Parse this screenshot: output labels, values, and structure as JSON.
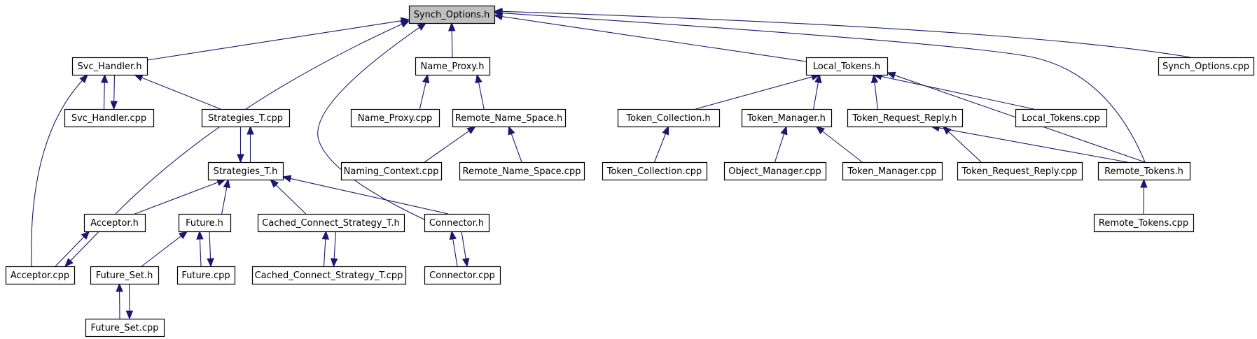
{
  "colors": {
    "edge": "#191970",
    "root_fill": "#bfbfbf",
    "node_fill": "#ffffff",
    "node_border": "#000000"
  },
  "nodes": [
    {
      "id": "synch_options_h",
      "label": "Synch_Options.h",
      "root": true
    },
    {
      "id": "svc_handler_h",
      "label": "Svc_Handler.h"
    },
    {
      "id": "name_proxy_h",
      "label": "Name_Proxy.h"
    },
    {
      "id": "local_tokens_h",
      "label": "Local_Tokens.h"
    },
    {
      "id": "synch_options_cpp",
      "label": "Synch_Options.cpp"
    },
    {
      "id": "svc_handler_cpp",
      "label": "Svc_Handler.cpp"
    },
    {
      "id": "strategies_t_cpp",
      "label": "Strategies_T.cpp"
    },
    {
      "id": "name_proxy_cpp",
      "label": "Name_Proxy.cpp"
    },
    {
      "id": "remote_name_space_h",
      "label": "Remote_Name_Space.h"
    },
    {
      "id": "token_collection_h",
      "label": "Token_Collection.h"
    },
    {
      "id": "token_manager_h",
      "label": "Token_Manager.h"
    },
    {
      "id": "token_request_reply_h",
      "label": "Token_Request_Reply.h"
    },
    {
      "id": "local_tokens_cpp",
      "label": "Local_Tokens.cpp"
    },
    {
      "id": "strategies_t_h",
      "label": "Strategies_T.h"
    },
    {
      "id": "naming_context_cpp",
      "label": "Naming_Context.cpp"
    },
    {
      "id": "remote_name_space_cpp",
      "label": "Remote_Name_Space.cpp"
    },
    {
      "id": "token_collection_cpp",
      "label": "Token_Collection.cpp"
    },
    {
      "id": "object_manager_cpp",
      "label": "Object_Manager.cpp"
    },
    {
      "id": "token_manager_cpp",
      "label": "Token_Manager.cpp"
    },
    {
      "id": "token_request_reply_cpp",
      "label": "Token_Request_Reply.cpp"
    },
    {
      "id": "remote_tokens_h",
      "label": "Remote_Tokens.h"
    },
    {
      "id": "acceptor_h",
      "label": "Acceptor.h"
    },
    {
      "id": "future_h",
      "label": "Future.h"
    },
    {
      "id": "cached_connect_strategy_t_h",
      "label": "Cached_Connect_Strategy_T.h"
    },
    {
      "id": "connector_h",
      "label": "Connector.h"
    },
    {
      "id": "remote_tokens_cpp",
      "label": "Remote_Tokens.cpp"
    },
    {
      "id": "acceptor_cpp",
      "label": "Acceptor.cpp"
    },
    {
      "id": "future_set_h",
      "label": "Future_Set.h"
    },
    {
      "id": "future_cpp",
      "label": "Future.cpp"
    },
    {
      "id": "cached_connect_strategy_t_cpp",
      "label": "Cached_Connect_Strategy_T.cpp"
    },
    {
      "id": "connector_cpp",
      "label": "Connector.cpp"
    },
    {
      "id": "future_set_cpp",
      "label": "Future_Set.cpp"
    }
  ],
  "edges": [
    {
      "from": "svc_handler_h",
      "to": "synch_options_h"
    },
    {
      "from": "name_proxy_h",
      "to": "synch_options_h"
    },
    {
      "from": "local_tokens_h",
      "to": "synch_options_h"
    },
    {
      "from": "synch_options_cpp",
      "to": "synch_options_h"
    },
    {
      "from": "acceptor_h",
      "to": "synch_options_h"
    },
    {
      "from": "connector_h",
      "to": "synch_options_h"
    },
    {
      "from": "remote_tokens_h",
      "to": "synch_options_h"
    },
    {
      "from": "svc_handler_cpp",
      "to": "svc_handler_h"
    },
    {
      "from": "svc_handler_h",
      "to": "svc_handler_cpp"
    },
    {
      "from": "strategies_t_cpp",
      "to": "svc_handler_h"
    },
    {
      "from": "acceptor_cpp",
      "to": "svc_handler_h"
    },
    {
      "from": "strategies_t_cpp",
      "to": "strategies_t_h"
    },
    {
      "from": "strategies_t_h",
      "to": "strategies_t_cpp"
    },
    {
      "from": "name_proxy_cpp",
      "to": "name_proxy_h"
    },
    {
      "from": "remote_name_space_h",
      "to": "name_proxy_h"
    },
    {
      "from": "naming_context_cpp",
      "to": "remote_name_space_h"
    },
    {
      "from": "remote_name_space_cpp",
      "to": "remote_name_space_h"
    },
    {
      "from": "token_collection_h",
      "to": "local_tokens_h"
    },
    {
      "from": "token_manager_h",
      "to": "local_tokens_h"
    },
    {
      "from": "token_request_reply_h",
      "to": "local_tokens_h"
    },
    {
      "from": "local_tokens_cpp",
      "to": "local_tokens_h"
    },
    {
      "from": "remote_tokens_h",
      "to": "local_tokens_h"
    },
    {
      "from": "token_collection_cpp",
      "to": "token_collection_h"
    },
    {
      "from": "object_manager_cpp",
      "to": "token_manager_h"
    },
    {
      "from": "token_manager_cpp",
      "to": "token_manager_h"
    },
    {
      "from": "token_request_reply_cpp",
      "to": "token_request_reply_h"
    },
    {
      "from": "remote_tokens_h",
      "to": "token_request_reply_h"
    },
    {
      "from": "remote_tokens_cpp",
      "to": "remote_tokens_h"
    },
    {
      "from": "acceptor_h",
      "to": "strategies_t_h"
    },
    {
      "from": "future_h",
      "to": "strategies_t_h"
    },
    {
      "from": "cached_connect_strategy_t_h",
      "to": "strategies_t_h"
    },
    {
      "from": "connector_h",
      "to": "strategies_t_h"
    },
    {
      "from": "acceptor_cpp",
      "to": "acceptor_h"
    },
    {
      "from": "acceptor_h",
      "to": "acceptor_cpp"
    },
    {
      "from": "future_set_h",
      "to": "future_h"
    },
    {
      "from": "future_cpp",
      "to": "future_h"
    },
    {
      "from": "future_h",
      "to": "future_cpp"
    },
    {
      "from": "cached_connect_strategy_t_cpp",
      "to": "cached_connect_strategy_t_h"
    },
    {
      "from": "cached_connect_strategy_t_h",
      "to": "cached_connect_strategy_t_cpp"
    },
    {
      "from": "connector_cpp",
      "to": "connector_h"
    },
    {
      "from": "connector_h",
      "to": "connector_cpp"
    },
    {
      "from": "future_set_cpp",
      "to": "future_set_h"
    },
    {
      "from": "future_set_h",
      "to": "future_set_cpp"
    }
  ]
}
